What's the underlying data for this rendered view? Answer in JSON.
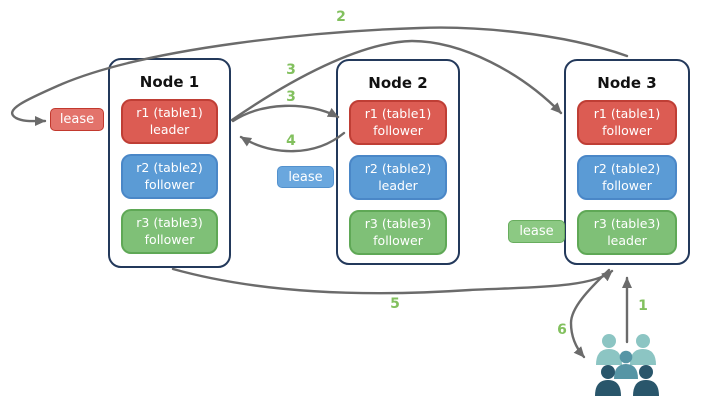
{
  "nodes": [
    {
      "title": "Node 1",
      "replicas": [
        {
          "name": "r1 (table1)",
          "role": "leader"
        },
        {
          "name": "r2 (table2)",
          "role": "follower"
        },
        {
          "name": "r3 (table3)",
          "role": "follower"
        }
      ]
    },
    {
      "title": "Node 2",
      "replicas": [
        {
          "name": "r1 (table1)",
          "role": "follower"
        },
        {
          "name": "r2 (table2)",
          "role": "leader"
        },
        {
          "name": "r3 (table3)",
          "role": "follower"
        }
      ]
    },
    {
      "title": "Node 3",
      "replicas": [
        {
          "name": "r1 (table1)",
          "role": "follower"
        },
        {
          "name": "r2 (table2)",
          "role": "follower"
        },
        {
          "name": "r3 (table3)",
          "role": "leader"
        }
      ]
    }
  ],
  "leases": {
    "table1": "lease",
    "table2": "lease",
    "table3": "lease"
  },
  "steps": {
    "s1": "1",
    "s2": "2",
    "s3_to_node3": "3",
    "s3_to_node2": "3",
    "s4": "4",
    "s5": "5",
    "s6": "6"
  },
  "colors": {
    "replica_red": "#dc5c53",
    "replica_blue": "#5b9bd5",
    "replica_green": "#7fc077",
    "lease_red": "#e3736b",
    "lease_blue": "#6aa7de",
    "lease_green": "#8cc983",
    "node_border": "#23395b",
    "arrow_gray": "#6b6b6b",
    "step_label_green": "#82c05e",
    "users_light_teal": "#8cc5c3",
    "users_mid_teal": "#5695a5",
    "users_dark_teal": "#29566b"
  }
}
